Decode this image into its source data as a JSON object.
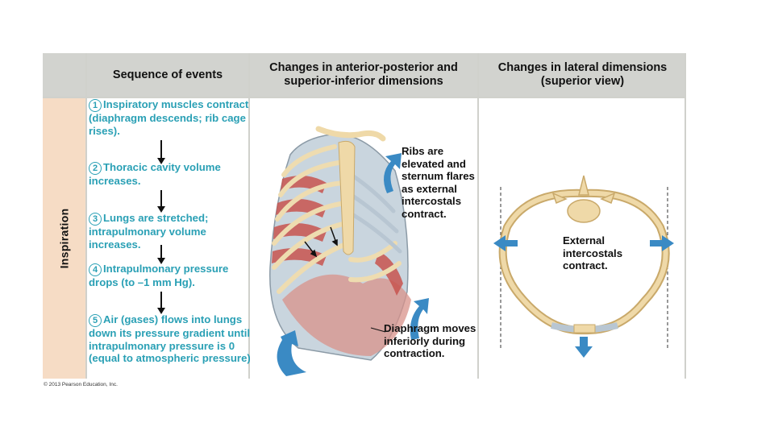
{
  "headers": {
    "sequence": "Sequence of events",
    "anterior": "Changes in anterior-posterior and superior-inferior dimensions",
    "lateral": "Changes in lateral dimensions (superior view)"
  },
  "side_label": "Inspiration",
  "steps": [
    {
      "num": "1",
      "text": "Inspiratory muscles contract (diaphragm descends; rib cage rises)."
    },
    {
      "num": "2",
      "text": "Thoracic cavity volume increases."
    },
    {
      "num": "3",
      "text": "Lungs are stretched; intrapulmonary volume increases."
    },
    {
      "num": "4",
      "text": "Intrapulmonary pressure drops (to –1 mm Hg)."
    },
    {
      "num": "5",
      "text": "Air (gases) flows into lungs down its pressure gradient until intrapulmonary pressure is 0 (equal to atmospheric pressure)."
    }
  ],
  "annotations": {
    "ribs": "Ribs are elevated and sternum flares as external intercostals contract.",
    "diaphragm": "Diaphragm moves inferiorly during contraction.",
    "external": "External intercostals contract."
  },
  "copyright": "© 2013 Pearson Education, Inc.",
  "colors": {
    "header_bg": "#d2d3cf",
    "side_bg": "#f6dcc5",
    "step_text": "#2aa0b5",
    "arrow_blue": "#3a8ac4",
    "muscle": "#c8544f",
    "bone": "#efd9a8"
  }
}
